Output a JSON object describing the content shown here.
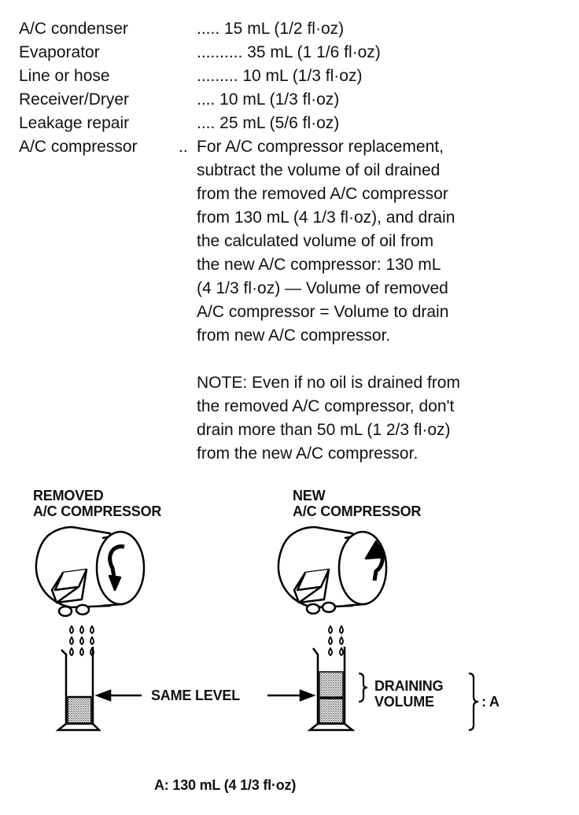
{
  "specs": [
    {
      "name": "A/C condenser",
      "value": "..... 15 mL (1/2 fl·oz)"
    },
    {
      "name": "Evaporator",
      "value": ".......... 35 mL (1 1/6 fl·oz)"
    },
    {
      "name": "Line or hose",
      "value": "......... 10 mL (1/3 fl·oz)"
    },
    {
      "name": "Receiver/Dryer",
      "value": ".... 10 mL (1/3 fl·oz)"
    },
    {
      "name": "Leakage repair",
      "value": ".... 25 mL (5/6 fl·oz)"
    }
  ],
  "compressor": {
    "name": "A/C compressor",
    "lead": "..",
    "lines": [
      "For A/C compressor replacement,",
      "subtract the volume of oil drained",
      "from the removed A/C compressor",
      "from 130 mL (4 1/3 fl·oz), and drain",
      "the calculated volume of oil from",
      "the new A/C compressor: 130 mL",
      "(4 1/3 fl·oz) — Volume of removed",
      "A/C compressor = Volume to drain",
      "from new A/C compressor."
    ],
    "note_lines": [
      "NOTE: Even if no oil is drained from",
      "the removed A/C compressor, don't",
      "drain more than 50 mL (1 2/3 fl·oz)",
      "from the new A/C compressor."
    ]
  },
  "diagram": {
    "removed_label_1": "REMOVED",
    "removed_label_2": "A/C COMPRESSOR",
    "new_label_1": "NEW",
    "new_label_2": "A/C COMPRESSOR",
    "same_level": "SAME LEVEL",
    "draining_1": "DRAINING",
    "draining_2": "VOLUME",
    "a_marker": ": A",
    "footnote": "A: 130 mL (4 1/3 fl·oz)"
  }
}
